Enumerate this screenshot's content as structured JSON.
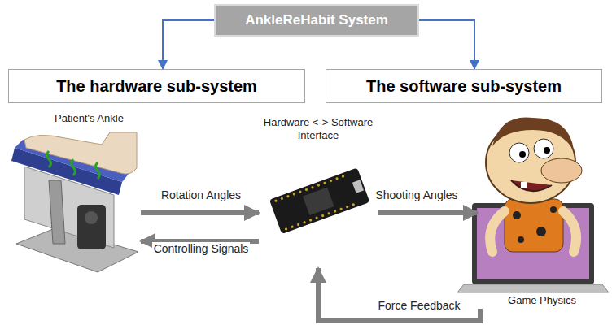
{
  "diagram": {
    "nodes": [
      {
        "text": [
          "AnkleReHabit System"
        ]
      },
      {
        "text": [
          "The hardware sub-system"
        ]
      },
      {
        "text": [
          "The software sub-system"
        ]
      },
      {
        "text": [
          "Patient's Ankle"
        ]
      },
      {
        "text": [
          "Hardware <-> Software Interface"
        ]
      },
      {
        "text": [
          "Game Physics"
        ]
      }
    ],
    "edges": [
      {
        "from": 0,
        "to": 1,
        "arrow": "to"
      },
      {
        "from": 0,
        "to": 2,
        "arrow": "to"
      },
      {
        "from": 3,
        "to": 4,
        "label": "Rotation Angles",
        "arrow": "to"
      },
      {
        "from": 4,
        "to": 3,
        "label": "Controlling Signals",
        "arrow": "to"
      },
      {
        "from": 4,
        "to": 5,
        "label": "Shooting Angles",
        "arrow": "to"
      },
      {
        "from": 5,
        "to": 4,
        "label": "Force Feedback",
        "arrow": "to"
      }
    ]
  }
}
